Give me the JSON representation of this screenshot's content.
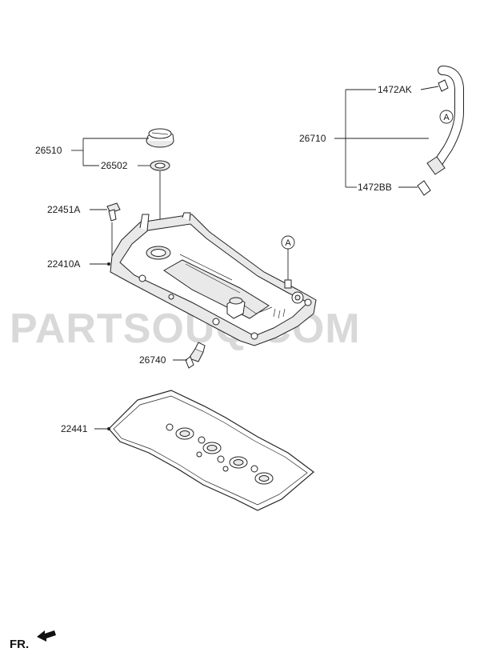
{
  "watermark": "PARTSOUQ.COM",
  "orientation_label": "FR.",
  "callout_letter": "A",
  "parts": {
    "p26510": "26510",
    "p26502": "26502",
    "p22451A": "22451A",
    "p22410A": "22410A",
    "p26740": "26740",
    "p22441": "22441",
    "p26710": "26710",
    "p1472AK": "1472AK",
    "p1472BB": "1472BB"
  }
}
